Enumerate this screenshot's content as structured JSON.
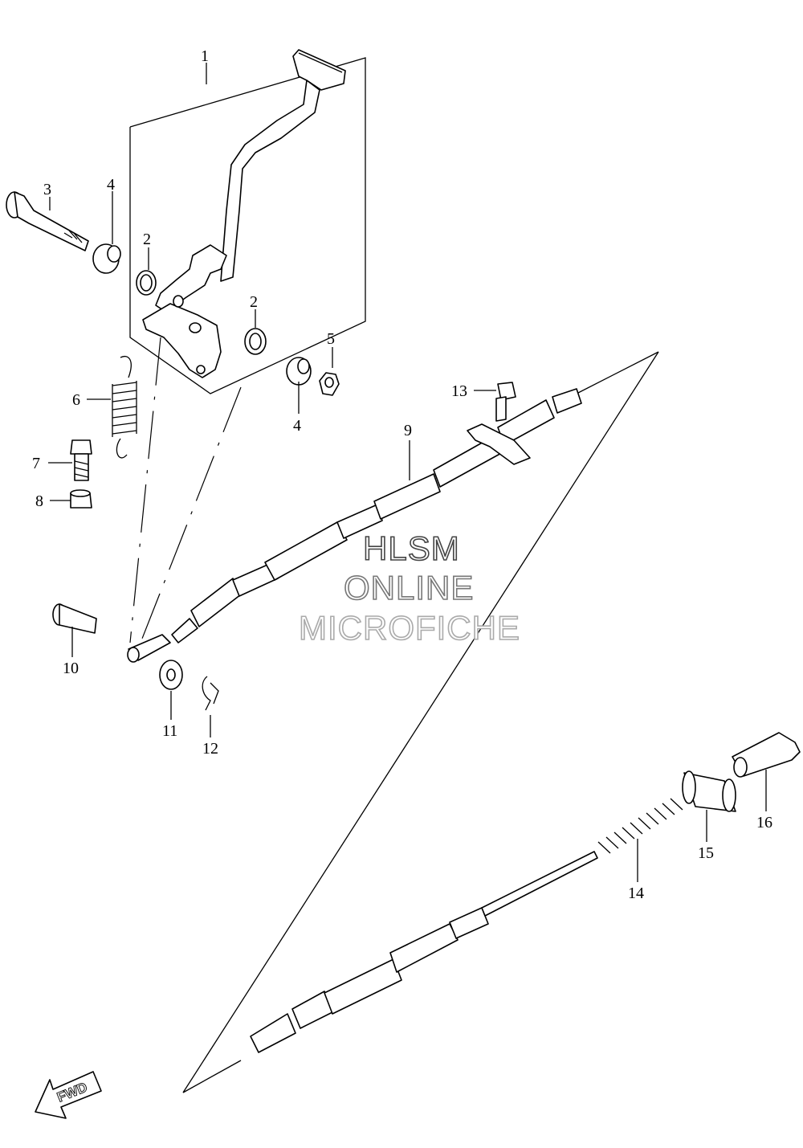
{
  "callouts": {
    "c1": "1",
    "c2a": "2",
    "c2b": "2",
    "c3": "3",
    "c4a": "4",
    "c4b": "4",
    "c5": "5",
    "c6": "6",
    "c7": "7",
    "c8": "8",
    "c9": "9",
    "c10": "10",
    "c11": "11",
    "c12": "12",
    "c13": "13",
    "c14": "14",
    "c15": "15",
    "c16": "16"
  },
  "watermark": {
    "line1": "HLSM",
    "line2": "ONLINE",
    "line3": "MICROFICHE"
  },
  "fwd_label": "FWD"
}
